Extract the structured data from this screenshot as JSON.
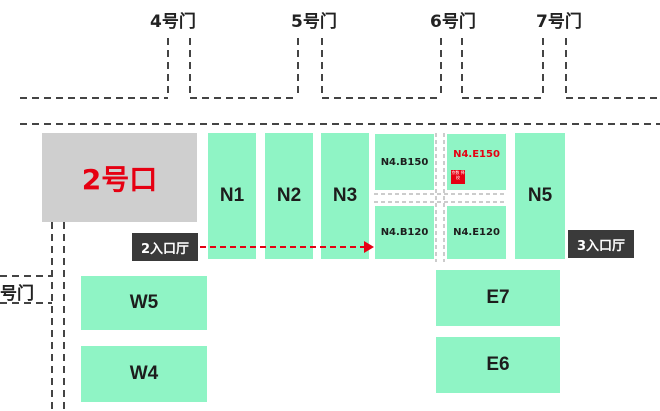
{
  "gates": {
    "gate4": "4号门",
    "gate5": "5号门",
    "gate6": "6号门",
    "gate7": "7号门",
    "gate_left": "号门"
  },
  "entrance": {
    "label": "2号口"
  },
  "halls": {
    "n1": "N1",
    "n2": "N2",
    "n3": "N3",
    "n4_b150": "N4.B150",
    "n4_e150": "N4.E150",
    "n4_b120": "N4.B120",
    "n4_e120": "N4.E120",
    "n5": "N5",
    "w5": "W5",
    "w4": "W4",
    "e7": "E7",
    "e6": "E6"
  },
  "entrance_halls": {
    "hall2": "2入口厅",
    "hall3": "3入口厅"
  },
  "badge": {
    "text": "京数 择校"
  },
  "colors": {
    "hall_fill": "#8ff4c5",
    "entrance_fill": "#cfcfcf",
    "accent_red": "#e60012",
    "label_dark": "#3a3a3a",
    "road_line": "#444444"
  }
}
